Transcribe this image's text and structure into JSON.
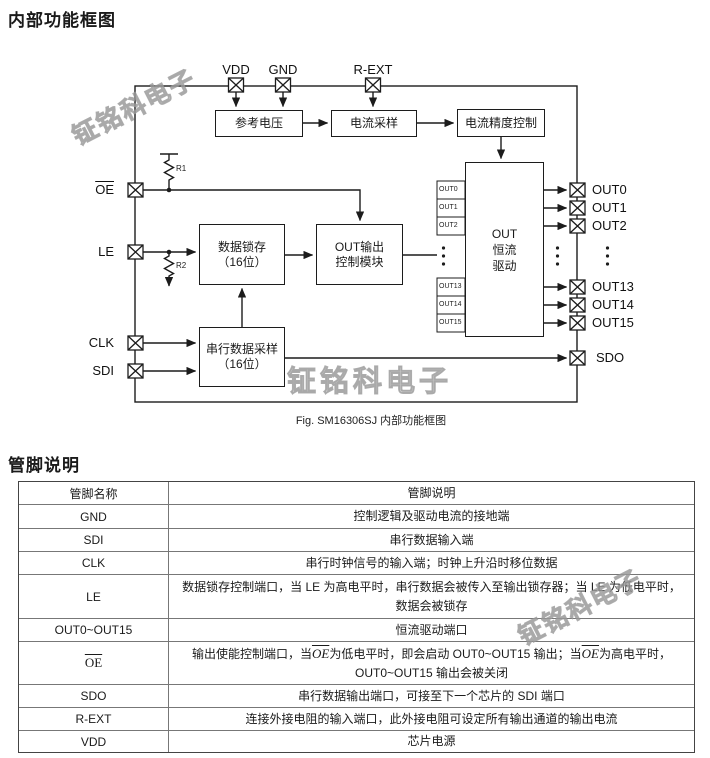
{
  "page": {
    "section1_title": "内部功能框图",
    "section2_title": "管脚说明",
    "caption": "Fig. SM16306SJ 内部功能框图",
    "watermark": "钲铭科电子"
  },
  "diagram": {
    "top_pins": [
      {
        "name": "VDD"
      },
      {
        "name": "GND"
      },
      {
        "name": "R-EXT"
      }
    ],
    "left_pins": [
      {
        "name": "OE"
      },
      {
        "name": "LE"
      },
      {
        "name": "CLK"
      },
      {
        "name": "SDI"
      }
    ],
    "right_pins": [
      "OUT0",
      "OUT1",
      "OUT2",
      "OUT13",
      "OUT14",
      "OUT15",
      "SDO"
    ],
    "stub_labels": [
      "OUT0",
      "OUT1",
      "OUT2",
      "OUT13",
      "OUT14",
      "OUT15"
    ],
    "blocks": {
      "ref_voltage": "参考电压",
      "current_sampling": "电流采样",
      "current_precision": "电流精度控制",
      "data_latch_line1": "数据锁存",
      "data_latch_line2": "（16位）",
      "out_ctrl_line1": "OUT输出",
      "out_ctrl_line2": "控制模块",
      "out_drive_line1": "OUT",
      "out_drive_line2": "恒流",
      "out_drive_line3": "驱动",
      "serial_line1": "串行数据采样",
      "serial_line2": "（16位）"
    },
    "resistors": {
      "r1": "R1",
      "r2": "R2"
    }
  },
  "table": {
    "headers": {
      "name": "管脚名称",
      "desc": "管脚说明"
    },
    "rows": [
      {
        "name": "GND",
        "desc": "控制逻辑及驱动电流的接地端"
      },
      {
        "name": "SDI",
        "desc": "串行数据输入端"
      },
      {
        "name": "CLK",
        "desc": "串行时钟信号的输入端；时钟上升沿时移位数据"
      },
      {
        "name": "LE",
        "desc": "数据锁存控制端口，当 LE 为高电平时，串行数据会被传入至输出锁存器；当 LE 为低电平时，数据会被锁存"
      },
      {
        "name": "OUT0~OUT15",
        "desc": "恒流驱动端口"
      },
      {
        "name": "OE"
      },
      {
        "name": "SDO",
        "desc": "串行数据输出端口，可接至下一个芯片的 SDI 端口"
      },
      {
        "name": "R-EXT",
        "desc": "连接外接电阻的输入端口，此外接电阻可设定所有输出通道的输出电流"
      },
      {
        "name": "VDD",
        "desc": "芯片电源"
      }
    ],
    "oe_desc": {
      "p1": "输出使能控制端口，当",
      "oe": "OE",
      "p2": "为低电平时，即会启动 OUT0~OUT15 输出；当",
      "p3": "为高电平时，OUT0~OUT15 输出会被关闭"
    }
  }
}
